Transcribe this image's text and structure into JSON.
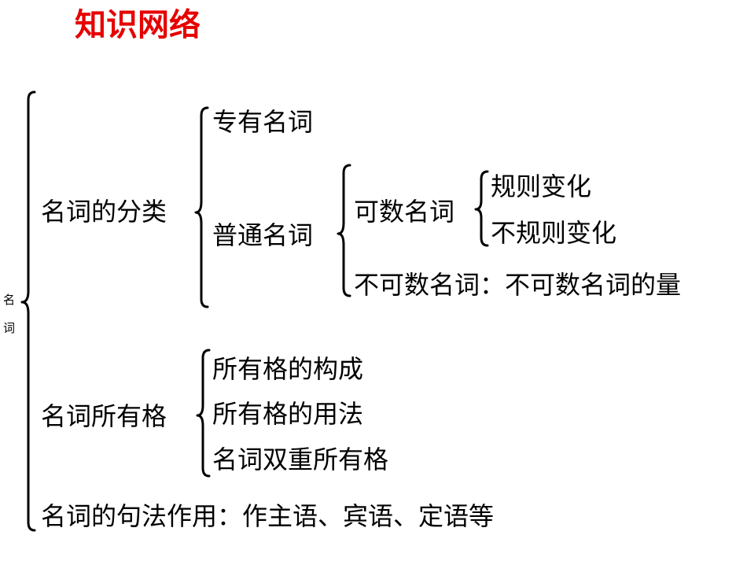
{
  "title": "知识网络",
  "root": {
    "char1": "名",
    "char2": "词"
  },
  "level1": {
    "classification": "名词的分类",
    "possessive": "名词所有格",
    "syntax": "名词的句法作用：作主语、宾语、定语等"
  },
  "classification": {
    "proper": "专有名词",
    "common": "普通名词"
  },
  "common": {
    "countable": "可数名词",
    "uncountable": "不可数名词：不可数名词的量"
  },
  "countable": {
    "regular": "规则变化",
    "irregular": "不规则变化"
  },
  "possessive": {
    "formation": "所有格的构成",
    "usage": "所有格的用法",
    "double": "名词双重所有格"
  }
}
